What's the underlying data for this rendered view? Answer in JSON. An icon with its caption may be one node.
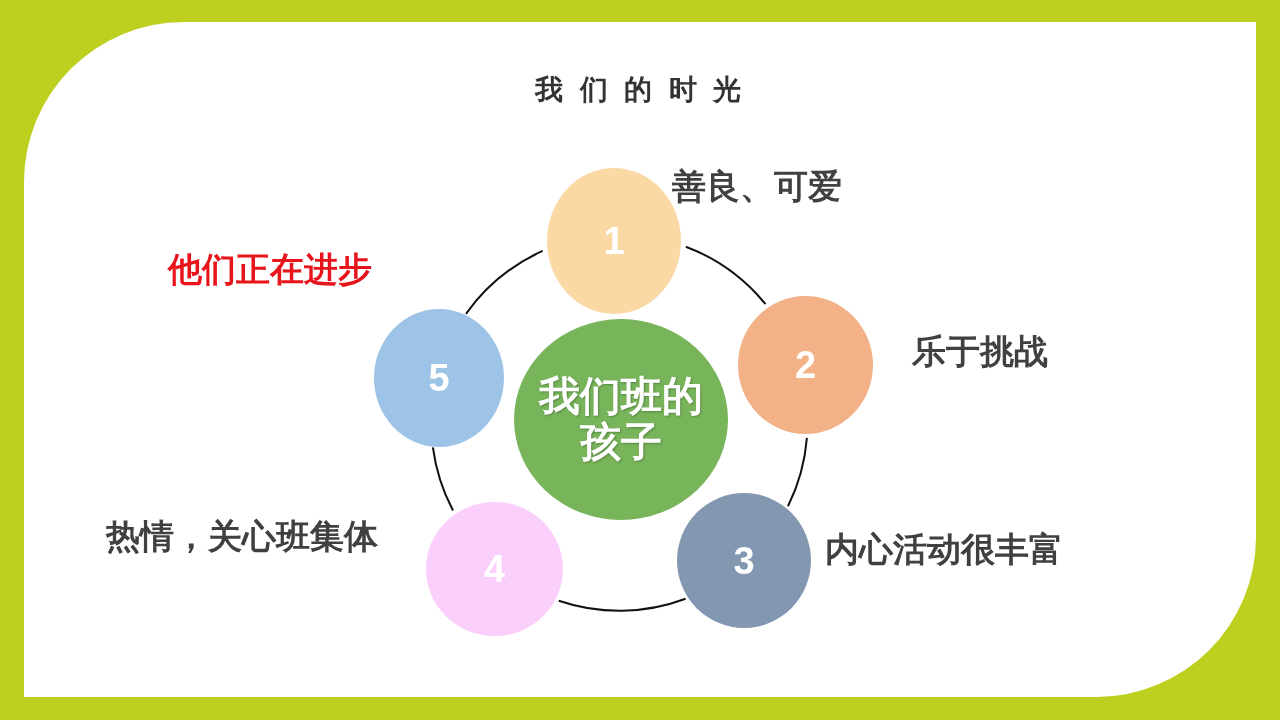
{
  "diagram": {
    "title": "我 们 的 时 光",
    "nodes": [
      {
        "text": [
          "我们班的孩子"
        ]
      },
      {
        "text": [
          "1"
        ],
        "beside": [
          "善良、可爱"
        ]
      },
      {
        "text": [
          "2"
        ],
        "beside": [
          "乐于挑战"
        ]
      },
      {
        "text": [
          "3"
        ],
        "beside": [
          "内心活动很丰富"
        ]
      },
      {
        "text": [
          "4"
        ],
        "beside": [
          "热情，关心班集体"
        ]
      },
      {
        "text": [
          "5"
        ],
        "beside": [
          "他们正在进步"
        ]
      }
    ],
    "edges": [
      {
        "from": 1,
        "to": 2,
        "arrow": "none"
      },
      {
        "from": 2,
        "to": 3,
        "arrow": "none"
      },
      {
        "from": 3,
        "to": 4,
        "arrow": "none"
      },
      {
        "from": 4,
        "to": 5,
        "arrow": "none"
      },
      {
        "from": 5,
        "to": 1,
        "arrow": "none"
      }
    ]
  }
}
